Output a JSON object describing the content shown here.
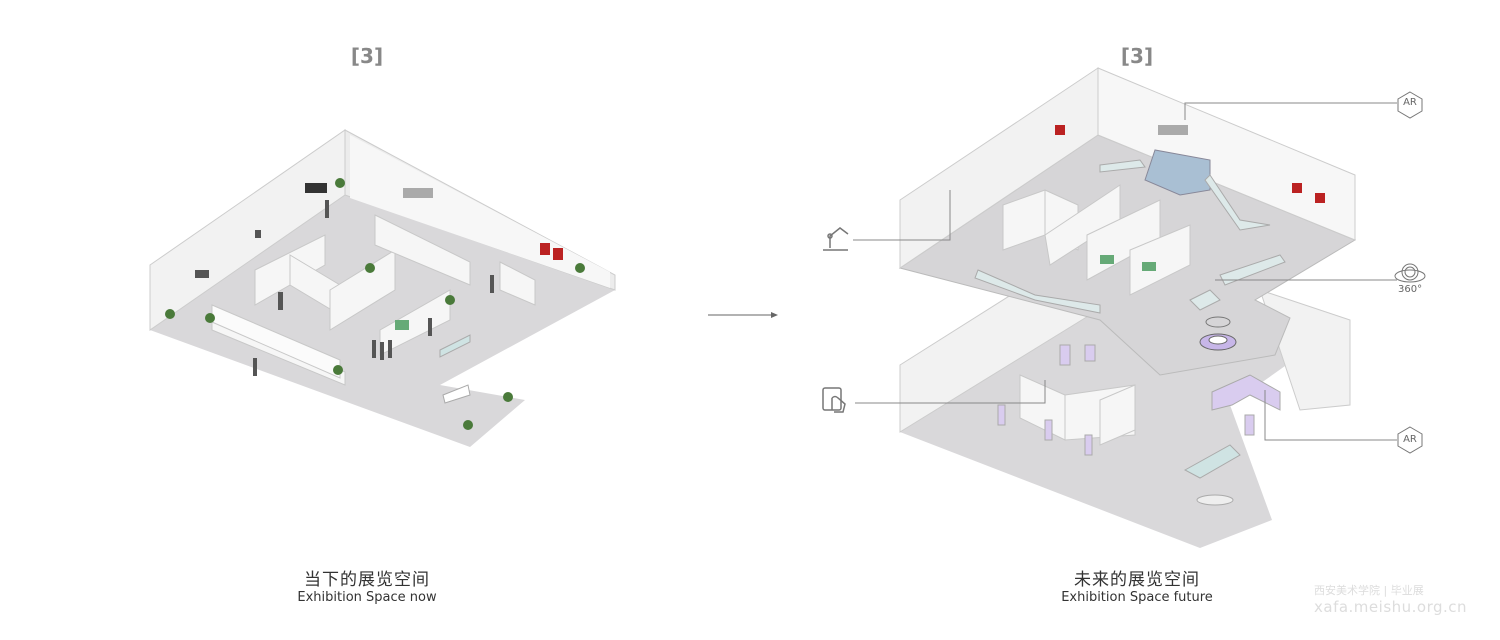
{
  "left": {
    "stage_number": "[3]",
    "caption_zh": "当下的展览空间",
    "caption_en": "Exhibition Space now"
  },
  "right": {
    "stage_number": "[3]",
    "caption_zh": "未来的展览空间",
    "caption_en": "Exhibition Space future"
  },
  "callouts": {
    "ar_top": "AR",
    "view360": "360°",
    "ar_bottom": "AR"
  },
  "watermark": {
    "name": "西安美术学院 | 毕业展",
    "url": "xafa.meishu.org.cn"
  },
  "colors": {
    "floor": "#d6d5d7",
    "wall": "#f4f4f4",
    "line": "#888888",
    "accent_purple": "#c9b8e6",
    "accent_teal": "#cfe3e3"
  }
}
